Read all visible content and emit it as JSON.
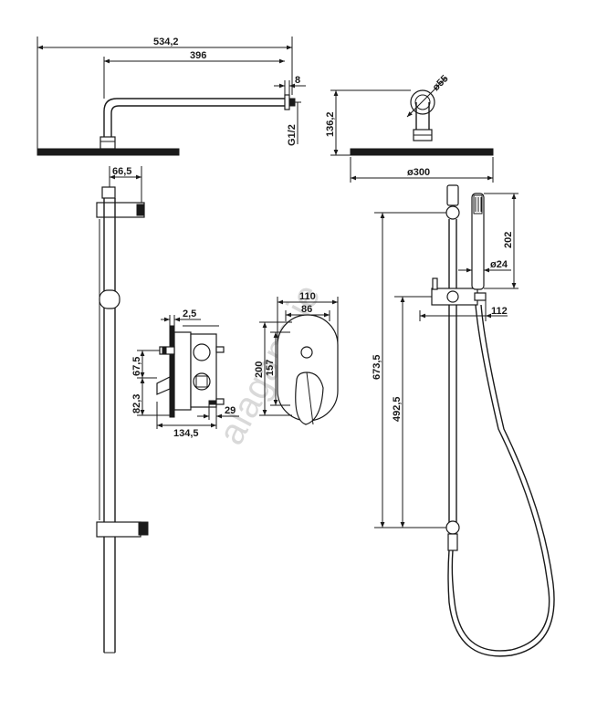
{
  "watermark": "alagans.ie",
  "dimensions": {
    "overall_width": "534,2",
    "arm_length": "396",
    "flange_thickness": "8",
    "thread": "G1/2",
    "head_drop": "136,2",
    "flange_dia": "ø55",
    "head_dia": "ø300",
    "rail_offset": "66,5",
    "plate_gap": "2,5",
    "body_upper": "67,5",
    "body_lower": "82,3",
    "body_depth": "134,5",
    "outlet_depth": "29",
    "plate_width": "110",
    "plate_inner_width": "86",
    "plate_height": "200",
    "plate_inner_height": "157",
    "handset_length": "202",
    "handset_dia": "ø24",
    "holder_projection": "112",
    "rail_height": "673,5",
    "rail_pitch": "492,5"
  }
}
